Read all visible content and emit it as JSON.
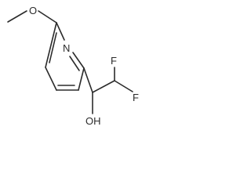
{
  "molecule": {
    "atoms": {
      "methoxy_oxygen": "O",
      "ring_nitrogen": "N",
      "fluorine_top": "F",
      "fluorine_right": "F",
      "hydroxyl": "OH"
    }
  }
}
